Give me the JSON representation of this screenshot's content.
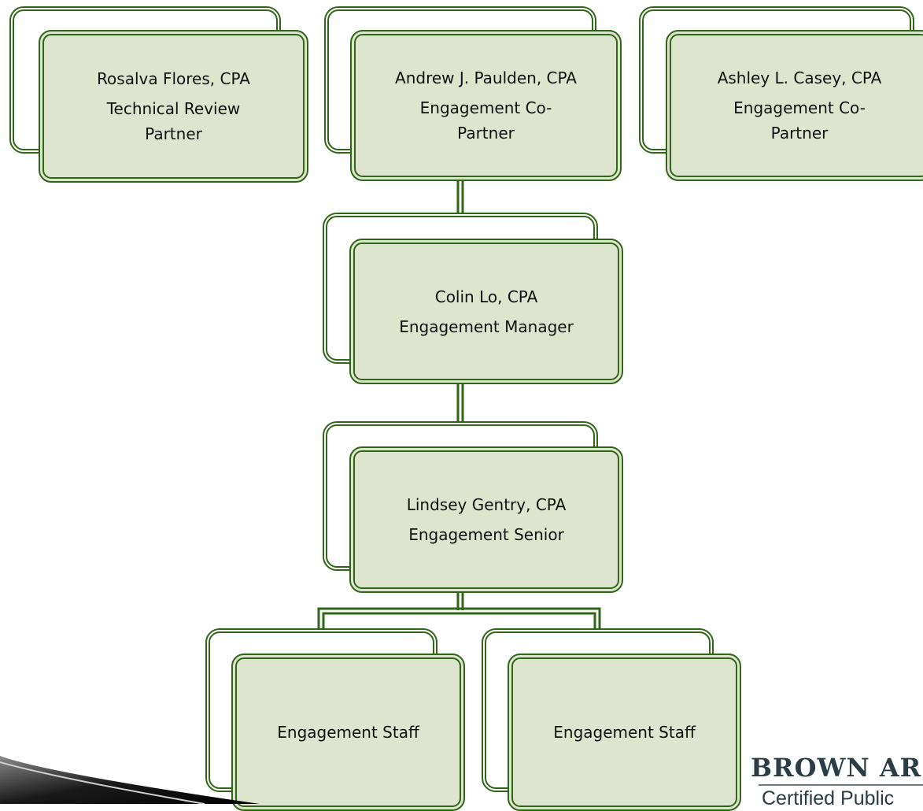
{
  "nodes": [
    {
      "id": "rosalva-flores",
      "name": "Rosalva Flores, CPA",
      "role": "Technical Review Partner"
    },
    {
      "id": "andrew-paulden",
      "name": "Andrew J. Paulden, CPA",
      "role": "Engagement Co-Partner"
    },
    {
      "id": "ashley-casey",
      "name": "Ashley L. Casey, CPA",
      "role": "Engagement Co-Partner"
    },
    {
      "id": "colin-lo",
      "name": "Colin Lo, CPA",
      "role": "Engagement Manager"
    },
    {
      "id": "lindsey-gentry",
      "name": "Lindsey Gentry, CPA",
      "role": "Engagement Senior"
    },
    {
      "id": "staff-1",
      "name": "",
      "role": "Engagement Staff"
    },
    {
      "id": "staff-2",
      "name": "",
      "role": "Engagement Staff"
    }
  ],
  "logo": {
    "firm": "BROWN AR",
    "subtitle": "Certified Public"
  },
  "colors": {
    "border": "#2f6716",
    "fill": "#dde5cf"
  }
}
